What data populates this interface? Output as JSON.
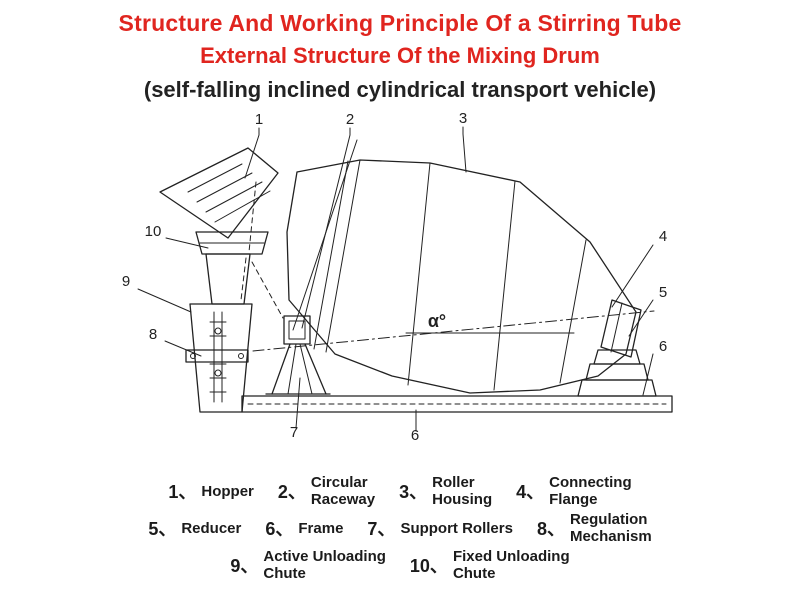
{
  "title": {
    "line1": "Structure And Working Principle Of a Stirring Tube",
    "line2": "External Structure Of the Mixing Drum",
    "line3": "(self-falling inclined cylindrical transport vehicle)"
  },
  "colors": {
    "title_red": "#e0251f",
    "ink": "#222222",
    "background": "#ffffff"
  },
  "diagram": {
    "alpha_label": "α°",
    "callouts": {
      "c1": "1",
      "c2": "2",
      "c3": "3",
      "c4": "4",
      "c5": "5",
      "c6_right": "6",
      "c6_bottom": "6",
      "c7": "7",
      "c8": "8",
      "c9": "9",
      "c10": "10"
    }
  },
  "legend": {
    "items": [
      {
        "num": "1、",
        "lines": [
          "Hopper"
        ]
      },
      {
        "num": "2、",
        "lines": [
          "Circular",
          "Raceway"
        ]
      },
      {
        "num": "3、",
        "lines": [
          "Roller",
          "Housing"
        ]
      },
      {
        "num": "4、",
        "lines": [
          "Connecting",
          "Flange"
        ]
      },
      {
        "num": "5、",
        "lines": [
          "Reducer"
        ]
      },
      {
        "num": "6、",
        "lines": [
          "Frame"
        ]
      },
      {
        "num": "7、",
        "lines": [
          "Support Rollers"
        ]
      },
      {
        "num": "8、",
        "lines": [
          "Regulation",
          "Mechanism"
        ]
      },
      {
        "num": "9、",
        "lines": [
          "Active Unloading",
          "Chute"
        ]
      },
      {
        "num": "10、",
        "lines": [
          "Fixed Unloading",
          "Chute"
        ]
      }
    ]
  }
}
